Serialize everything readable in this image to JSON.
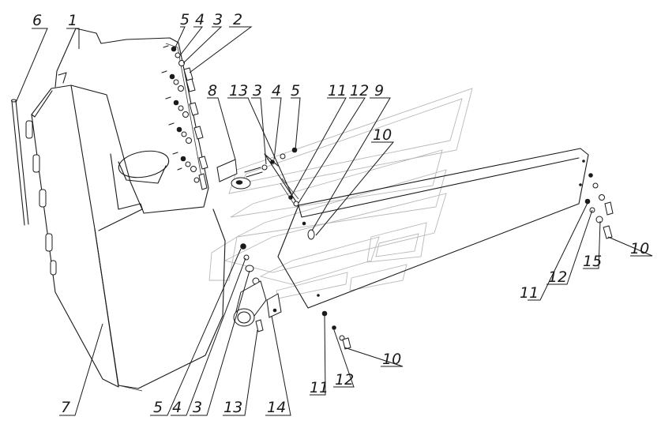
{
  "callouts": [
    {
      "id": "c6a",
      "text": "6"
    },
    {
      "id": "c1",
      "text": "1"
    },
    {
      "id": "c5a",
      "text": "5"
    },
    {
      "id": "c4a",
      "text": "4"
    },
    {
      "id": "c3a",
      "text": "3"
    },
    {
      "id": "c2",
      "text": "2"
    },
    {
      "id": "c8",
      "text": "8"
    },
    {
      "id": "c13a",
      "text": "13"
    },
    {
      "id": "c3b",
      "text": "3"
    },
    {
      "id": "c4b",
      "text": "4"
    },
    {
      "id": "c5b",
      "text": "5"
    },
    {
      "id": "c11a",
      "text": "11"
    },
    {
      "id": "c12a",
      "text": "12"
    },
    {
      "id": "c9",
      "text": "9"
    },
    {
      "id": "c10a",
      "text": "10"
    },
    {
      "id": "c11b",
      "text": "11"
    },
    {
      "id": "c12b",
      "text": "12"
    },
    {
      "id": "c15",
      "text": "15"
    },
    {
      "id": "c10b",
      "text": "10"
    },
    {
      "id": "c7",
      "text": "7"
    },
    {
      "id": "c5c",
      "text": "5"
    },
    {
      "id": "c4c",
      "text": "4"
    },
    {
      "id": "c3c",
      "text": "3"
    },
    {
      "id": "c13b",
      "text": "13"
    },
    {
      "id": "c14",
      "text": "14"
    },
    {
      "id": "c11c",
      "text": "11"
    },
    {
      "id": "c12c",
      "text": "12"
    },
    {
      "id": "c10c",
      "text": "10"
    }
  ],
  "colors": {
    "line": "#1a1a1a",
    "ghost": "#b8b8b8",
    "background": "#ffffff"
  }
}
